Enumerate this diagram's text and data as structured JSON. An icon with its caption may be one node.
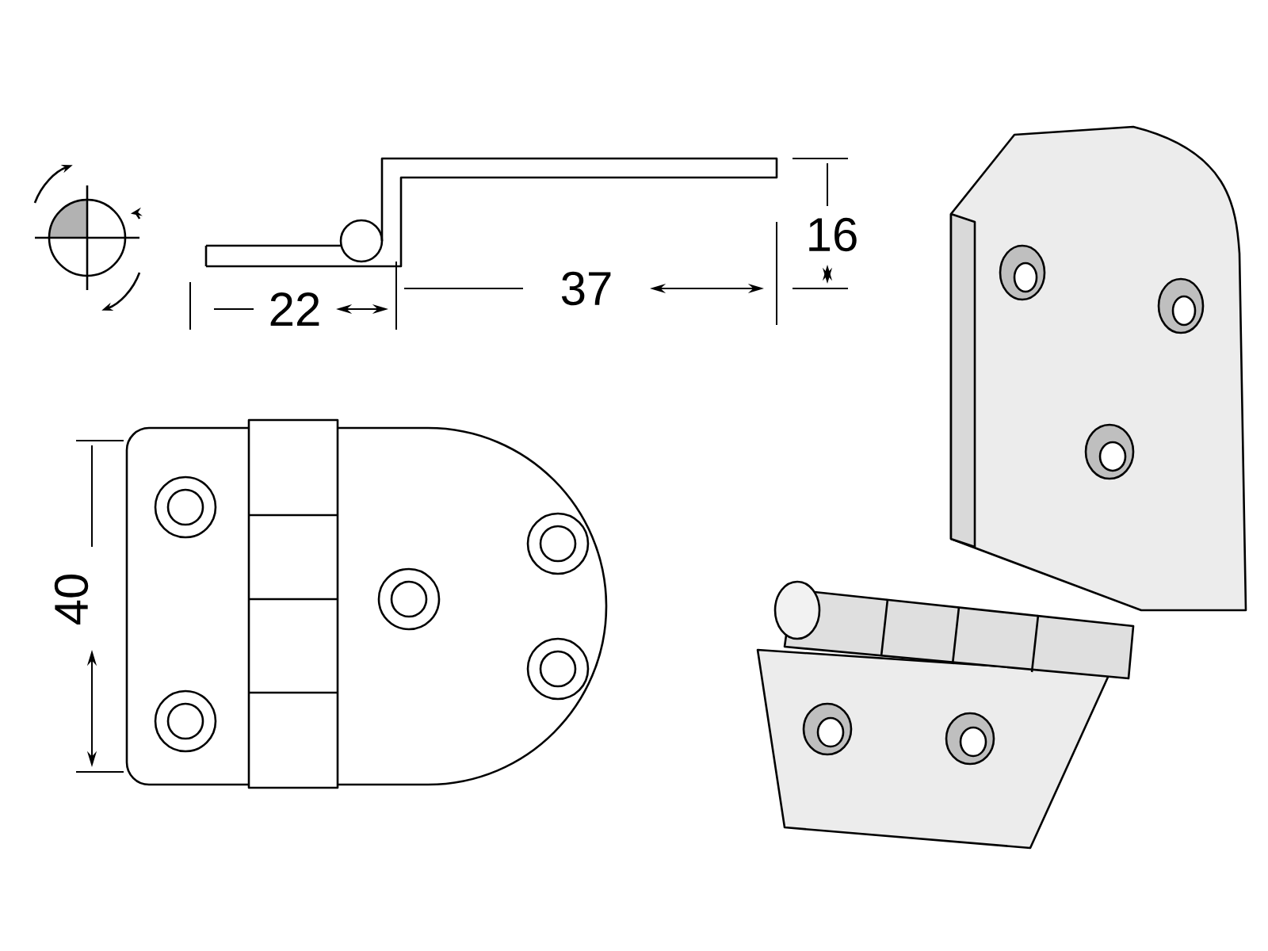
{
  "diagram": {
    "labels": [
      "16",
      "22",
      "37",
      "40"
    ]
  }
}
